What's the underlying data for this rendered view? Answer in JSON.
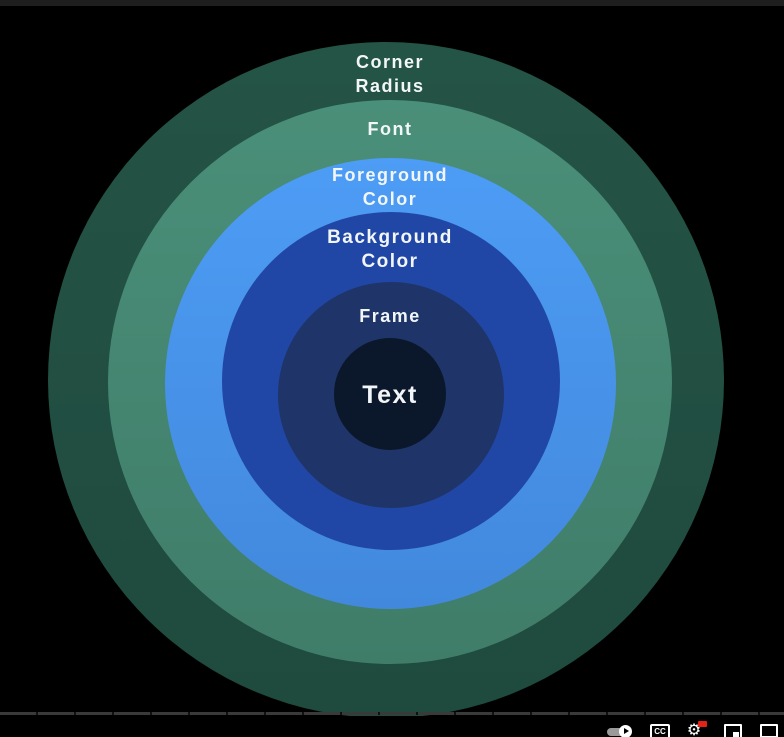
{
  "diagram": {
    "rings": {
      "corner_radius": [
        "Corner",
        "Radius"
      ],
      "font": "Font",
      "foreground_color": [
        "Foreground",
        "Color"
      ],
      "background_color": [
        "Background",
        "Color"
      ],
      "frame": "Frame",
      "text": "Text"
    },
    "colors": {
      "corner_radius": "#245446",
      "font": "#4a8f79",
      "foreground_color": "#4d9cf5",
      "background_color": "#2147a6",
      "frame": "#1f3569",
      "text": "#0b172b",
      "label": "#f2f6f8"
    }
  },
  "player": {
    "controls": {
      "autoplay_icon": "autoplay-toggle-icon",
      "captions_label": "CC",
      "settings_icon": "gear-icon",
      "quality_badge_icon": "hd-badge-icon",
      "miniplayer_icon": "miniplayer-icon",
      "theater_icon": "theater-mode-icon"
    }
  }
}
